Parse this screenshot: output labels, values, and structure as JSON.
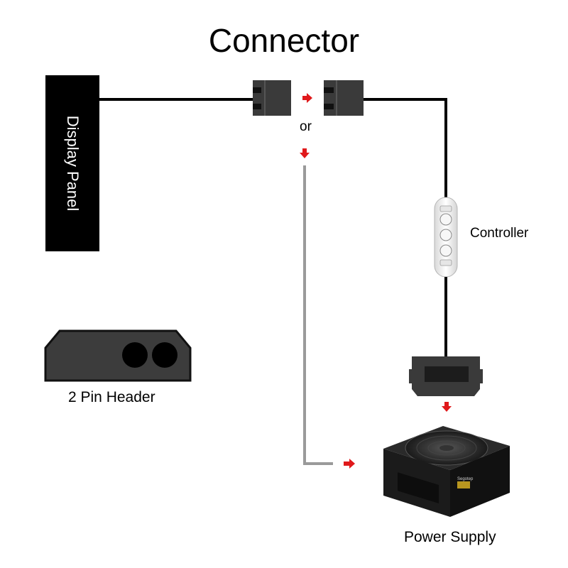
{
  "title": "Connector",
  "labels": {
    "display_panel": "Display Panel",
    "or": "or",
    "controller": "Controller",
    "pin_header": "2 Pin Header",
    "power_supply": "Power Supply"
  },
  "device_text": {
    "psu_brand": "Segotep"
  },
  "colors": {
    "panel": "#000000",
    "cable": "#000000",
    "alt_cable": "#9a9a9a",
    "connector": "#3a3a3a",
    "arrow": "#e0191b",
    "controller_body": "#f2f2f2",
    "header_body": "#3c3c3c"
  },
  "icons": [
    "connector-plug-icon",
    "arrow-right-icon",
    "arrow-down-icon",
    "controller-icon",
    "molex-connector-icon",
    "power-supply-icon",
    "pin-header-icon"
  ]
}
